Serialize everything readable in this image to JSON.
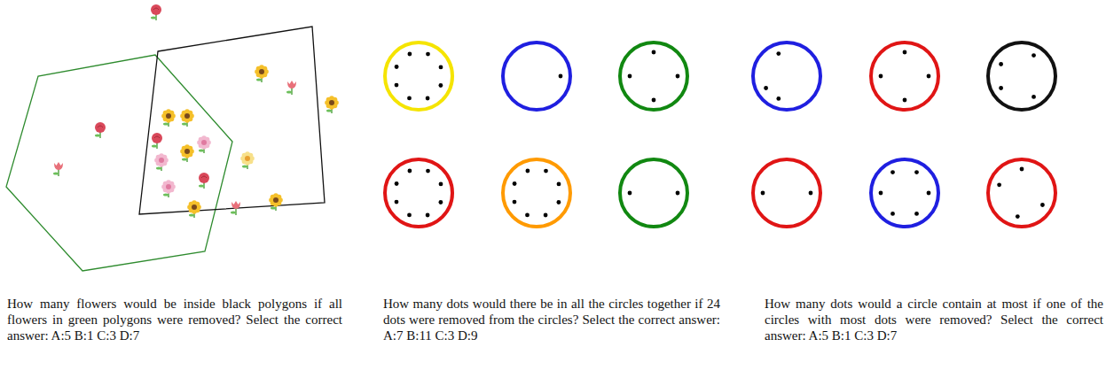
{
  "diagram": {
    "labels": [
      "How many flowers would be inside black polygons if all flowers in green polygons were removed? Select the correct answer: A:5 B:1 C:3 D:7",
      "How many dots would there be in all the circles together if 24 dots were removed from the circles? Select the correct answer: A:7 B:11 C:3 D:9",
      "How many dots would a circle contain at most if one of the circles with most dots were removed? Select the correct answer: A:5 B:1 C:3 D:7"
    ]
  }
}
